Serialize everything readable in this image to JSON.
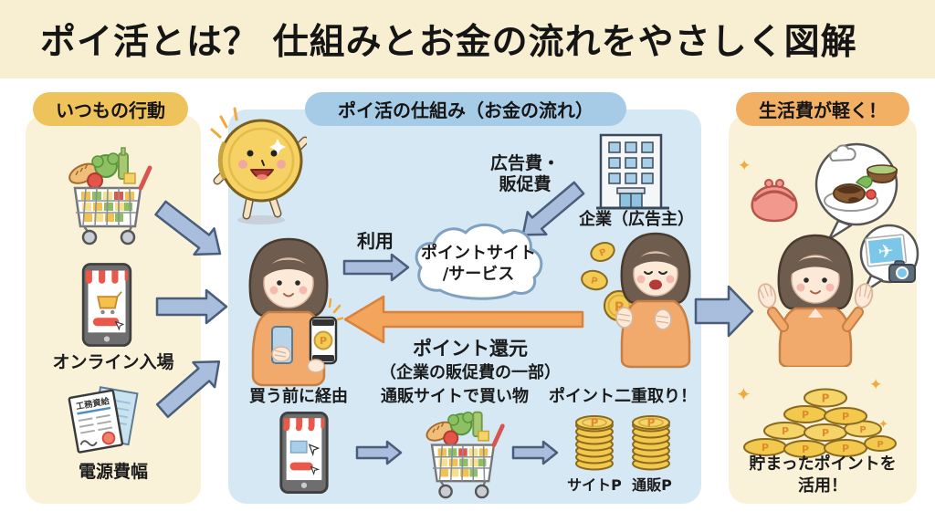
{
  "title": "ポイ活とは？ 仕組みとお金の流れをやさしく図解",
  "coin": {
    "letter": "P"
  },
  "icons": {
    "sparkle": "✦",
    "plane": "✈"
  },
  "left_panel": {
    "badge": "いつもの行動",
    "online_label": "オンライン入場",
    "docs_label": "電源費幅",
    "document_title": "工務資給"
  },
  "middle_panel": {
    "badge": "ポイ活の仕組み（お金の流れ）",
    "ad_fee_line1": "広告費・",
    "ad_fee_line2": "販促費",
    "company_label": "企業（広告主）",
    "use_label": "利用",
    "cloud_line1": "ポイントサイト",
    "cloud_line2": "/サービス",
    "reward_line1": "ポイント還元",
    "reward_line2": "（企業の販促費の一部）",
    "step1_label": "買う前に経由",
    "step2_label": "通販サイトで買い物",
    "step3_label": "ポイント二重取り！",
    "stack1_label": "サイトP",
    "stack2_label": "通販P"
  },
  "right_panel": {
    "badge": "生活費が軽く！",
    "caption_line1": "貯まったポイントを",
    "caption_line2": "活用！"
  },
  "colors": {
    "banner_bg": "#F8EFD2",
    "panel_cream": "#FAF2D8",
    "panel_blue": "#D5E8F4",
    "badge_gold": "#EFC35B",
    "badge_blue": "#A6CBE7",
    "badge_orange": "#F2B065",
    "arrow_blue_fill": "#A9BEDD",
    "arrow_blue_stroke": "#4A5D7A",
    "arrow_orange_fill": "#F3A55C",
    "arrow_orange_stroke": "#D9823B",
    "coin_gold": "#F2CB55",
    "text": "#1B1B1B"
  }
}
